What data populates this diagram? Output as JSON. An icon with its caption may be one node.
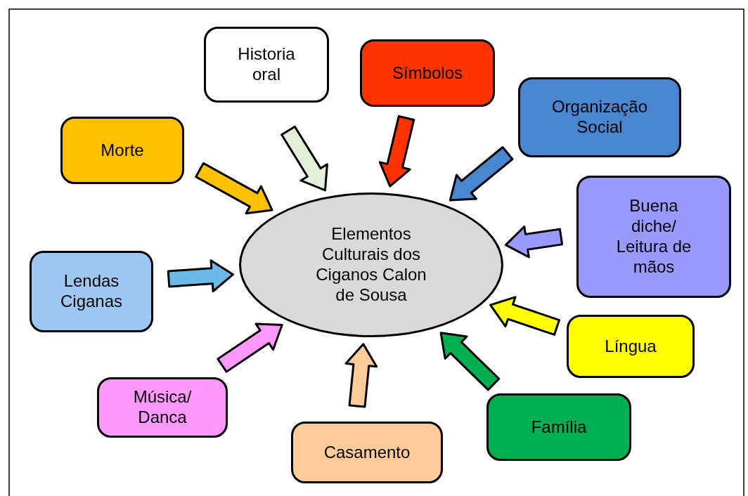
{
  "diagram": {
    "nodes": [
      {
        "text": [
          "Historia oral"
        ]
      },
      {
        "text": [
          "Símbolos"
        ]
      },
      {
        "text": [
          "Organização Social"
        ]
      },
      {
        "text": [
          "Morte"
        ]
      },
      {
        "text": [
          "Buena diche/ Leitura de mãos"
        ]
      },
      {
        "text": [
          "Elementos Culturais dos Ciganos Calon de Sousa"
        ]
      },
      {
        "text": [
          "Lendas Ciganas"
        ]
      },
      {
        "text": [
          "Língua"
        ]
      },
      {
        "text": [
          "Música/ Danca"
        ]
      },
      {
        "text": [
          "Família"
        ]
      },
      {
        "text": [
          "Casamento"
        ]
      }
    ],
    "edges": [
      {
        "from": 0,
        "to": 5,
        "arrow": "to",
        "color": "#e2f0d9"
      },
      {
        "from": 1,
        "to": 5,
        "arrow": "to",
        "color": "#ff3300"
      },
      {
        "from": 2,
        "to": 5,
        "arrow": "to",
        "color": "#4a86d0"
      },
      {
        "from": 3,
        "to": 5,
        "arrow": "to",
        "color": "#ffc000"
      },
      {
        "from": 4,
        "to": 5,
        "arrow": "to",
        "color": "#9999ff"
      },
      {
        "from": 6,
        "to": 5,
        "arrow": "to",
        "color": "#6cb8e6"
      },
      {
        "from": 7,
        "to": 5,
        "arrow": "to",
        "color": "#ffff00"
      },
      {
        "from": 8,
        "to": 5,
        "arrow": "to",
        "color": "#ff99ff"
      },
      {
        "from": 9,
        "to": 5,
        "arrow": "to",
        "color": "#00b050"
      },
      {
        "from": 10,
        "to": 5,
        "arrow": "to",
        "color": "#ffcc99"
      }
    ]
  }
}
